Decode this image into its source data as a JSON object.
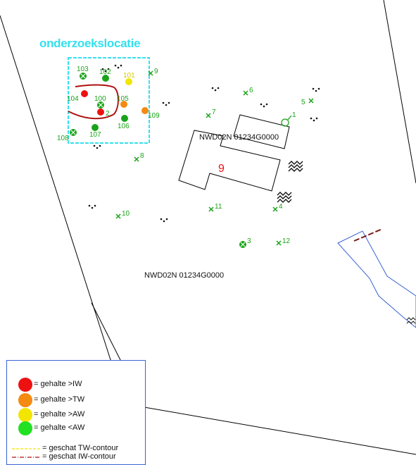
{
  "title": "onderzoekslocatie",
  "parcel_labels": [
    "NWD02N 01234G0000",
    "NWD02N 01234G0000"
  ],
  "house_number": "9",
  "points": [
    {
      "id": "100",
      "type": "well",
      "color": "#1aa31a"
    },
    {
      "id": "101",
      "type": "dot",
      "color": "#f2e600"
    },
    {
      "id": "102",
      "type": "dot",
      "color": "#1aa31a"
    },
    {
      "id": "103",
      "type": "well",
      "color": "#1aa31a"
    },
    {
      "id": "104",
      "type": "dot",
      "color": "#ee1111"
    },
    {
      "id": "105",
      "type": "dot",
      "color": "#f58a10"
    },
    {
      "id": "106",
      "type": "dot",
      "color": "#1aa31a"
    },
    {
      "id": "107",
      "type": "dot",
      "color": "#1aa31a"
    },
    {
      "id": "108",
      "type": "well",
      "color": "#1aa31a"
    },
    {
      "id": "109",
      "type": "dot",
      "color": "#f58a10"
    },
    {
      "id": "2",
      "type": "dot",
      "color": "#ee1111"
    },
    {
      "id": "1",
      "type": "well-open",
      "color": "#1aa31a"
    },
    {
      "id": "3",
      "type": "well",
      "color": "#1aa31a"
    },
    {
      "id": "4",
      "type": "cross",
      "color": "#1aa31a"
    },
    {
      "id": "5",
      "type": "cross",
      "color": "#1aa31a"
    },
    {
      "id": "6",
      "type": "cross",
      "color": "#1aa31a"
    },
    {
      "id": "7",
      "type": "cross",
      "color": "#1aa31a"
    },
    {
      "id": "8",
      "type": "cross",
      "color": "#1aa31a"
    },
    {
      "id": "9",
      "type": "cross",
      "color": "#1aa31a"
    },
    {
      "id": "10",
      "type": "cross",
      "color": "#1aa31a"
    },
    {
      "id": "11",
      "type": "cross",
      "color": "#1aa31a"
    },
    {
      "id": "12",
      "type": "cross",
      "color": "#1aa31a"
    }
  ],
  "legend": {
    "items": [
      {
        "color": "#ee1111",
        "label": "= gehalte >IW"
      },
      {
        "color": "#f58a10",
        "label": "= gehalte >TW"
      },
      {
        "color": "#f2e600",
        "label": "= gehalte >AW"
      },
      {
        "color": "#22e022",
        "label": "= gehalte <AW"
      }
    ],
    "lines": [
      {
        "color": "#f2e600",
        "style": "dashed",
        "label": "= geschat TW-contour"
      },
      {
        "color": "#b01010",
        "style": "dash-dot",
        "label": "= geschat IW-contour"
      }
    ]
  },
  "colors": {
    "site_boundary": "#33e0ee",
    "contour_iw": "#b01010",
    "parcel_lines": "#000000",
    "water": "#3a63d6",
    "points_text": "#1aa31a",
    "house_number": "#ee1111"
  }
}
